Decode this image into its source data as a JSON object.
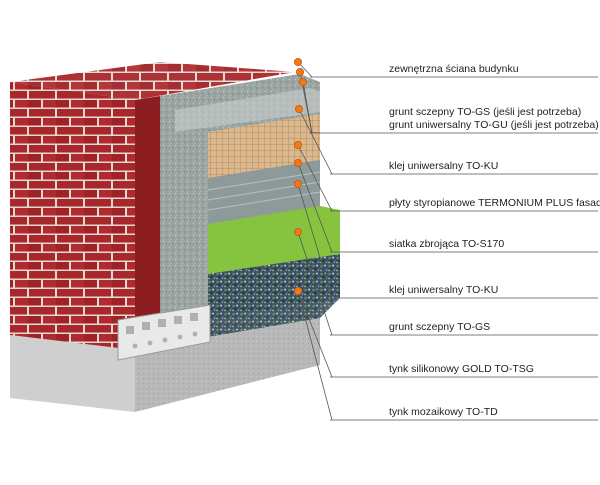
{
  "labels": [
    "zewnętrzna ściana budynku",
    "grunt sczepny TO-GS (jeśli jest potrzeba)",
    "grunt uniwersalny TO-GU (jeśli jest potrzeba)",
    "klej uniwersalny TO-KU",
    "płyty styropianowe TERMONIUM PLUS fasada",
    "siatka zbrojąca TO-S170",
    "klej uniwersalny TO-KU",
    "grunt sczepny TO-GS",
    "tynk silikonowy GOLD TO-TSG",
    "tynk mozaikowy TO-TD"
  ],
  "colors": {
    "brick": "#a8272b",
    "mortar": "#e7dcd6",
    "concrete": "#b9b9b9",
    "insulation": "#8f9a95",
    "mesh": "#d9b58a",
    "green_render": "#7fbf3a",
    "mosaic": "#3f5a6a",
    "marker": "#f07a1a",
    "leader": "#555555"
  },
  "icons": [
    "layer-marker-icon"
  ]
}
